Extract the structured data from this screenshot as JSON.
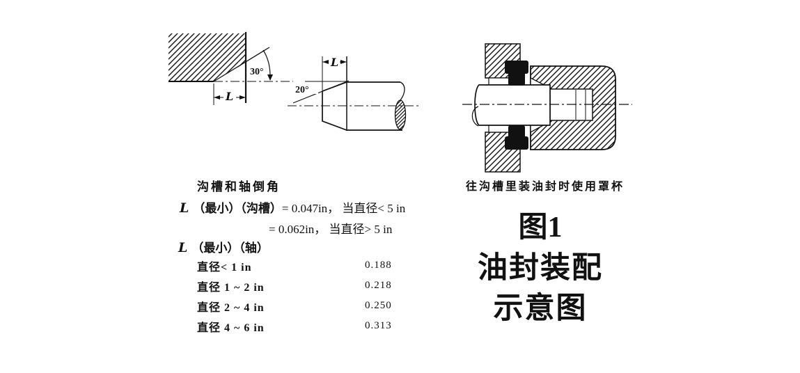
{
  "colors": {
    "ink": "#111111",
    "background": "#ffffff"
  },
  "groove_drawing": {
    "angle_label": "30°",
    "dim_label": "L"
  },
  "shaft_chamfer_drawing": {
    "angle_label": "20°",
    "dim_label": "L"
  },
  "notes": {
    "heading": "沟槽和轴倒角",
    "groove_min": {
      "symbol": "L",
      "qualifier": "（最小）（沟槽）",
      "case_small": "= 0.047in， 当直径< 5 in",
      "case_large": "= 0.062in， 当直径> 5 in"
    },
    "shaft_min": {
      "symbol": "L",
      "qualifier": "（最小）（轴）"
    },
    "shaft_table": [
      {
        "label": "直径< 1 in",
        "value": "0.188"
      },
      {
        "label": "直径 1 ~ 2 in",
        "value": "0.218"
      },
      {
        "label": "直径 2 ~ 4 in",
        "value": "0.250"
      },
      {
        "label": "直径 4 ~ 6 in",
        "value": "0.313"
      }
    ]
  },
  "assembly_drawing": {
    "caption": "往沟槽里装油封时使用罩杯"
  },
  "figure_title": {
    "line1": "图1",
    "line2": "油封装配",
    "line3": "示意图"
  }
}
